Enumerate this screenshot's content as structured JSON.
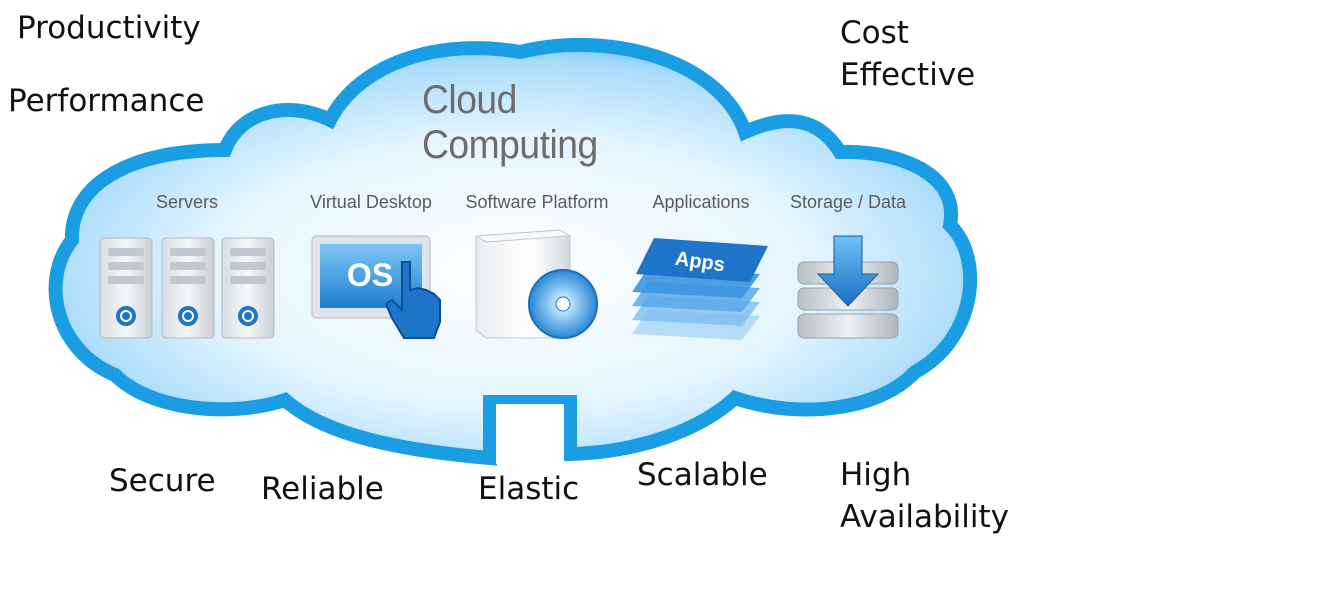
{
  "diagram": {
    "title": "Cloud Computing",
    "benefits": {
      "productivity": "Productivity",
      "performance": "Performance",
      "cost_effective": [
        "Cost",
        "Effective"
      ],
      "secure": "Secure",
      "reliable": "Reliable",
      "elastic": "Elastic",
      "scalable": "Scalable",
      "high_availability": [
        "High",
        "Availability"
      ]
    },
    "services": [
      {
        "label": "Servers",
        "icon": "server-rack-icon"
      },
      {
        "label": "Virtual Desktop",
        "icon": "virtual-desktop-icon",
        "badge": "OS"
      },
      {
        "label": "Software Platform",
        "icon": "software-box-icon"
      },
      {
        "label": "Applications",
        "icon": "apps-stack-icon",
        "badge": "Apps"
      },
      {
        "label": "Storage / Data",
        "icon": "storage-database-icon"
      }
    ],
    "colors": {
      "cloud_outer": "#1a9de3",
      "cloud_inner": "#d8f1ff",
      "icon_blue": "#1d74c9",
      "text_dark": "#111111",
      "title_gray": "#6c6c6c"
    }
  }
}
